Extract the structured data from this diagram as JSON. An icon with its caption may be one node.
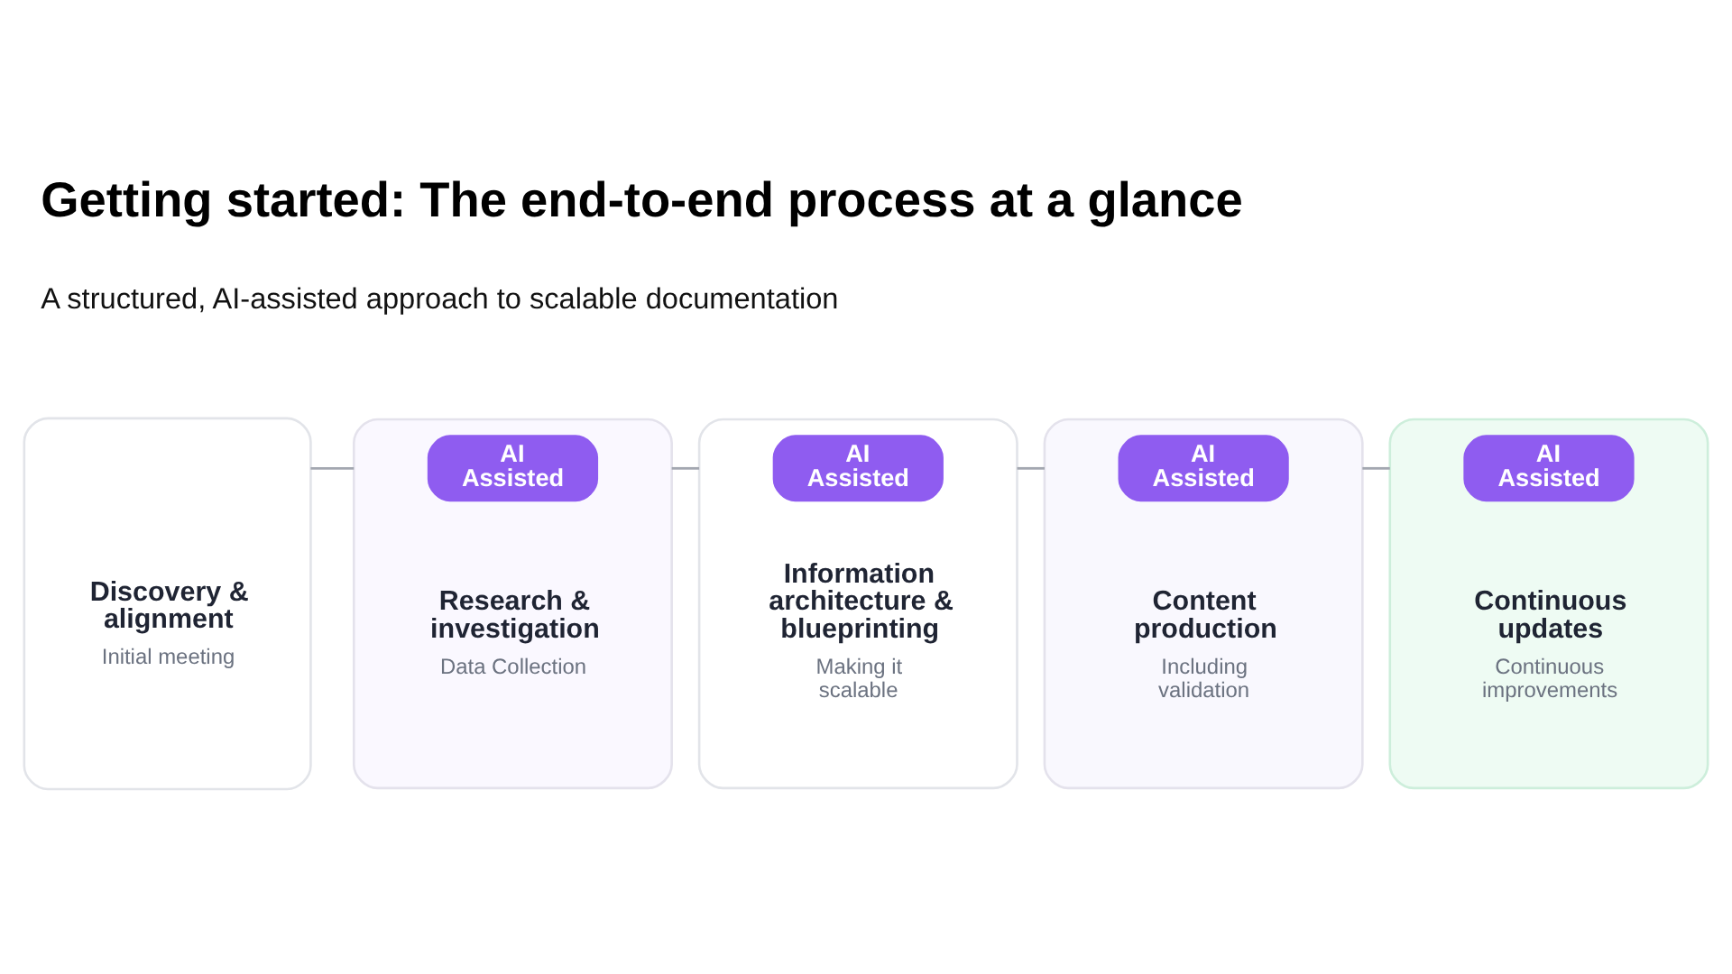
{
  "diagram": {
    "title": "Getting started: The end-to-end process at a glance",
    "caption": "A structured, AI-assisted approach to scalable documentation",
    "nodes": [
      {
        "text": [
          "Discovery & alignment",
          "Initial meeting"
        ]
      },
      {
        "text": [
          "Research & investigation",
          "Data Collection"
        ]
      },
      {
        "text": [
          "AI Assisted"
        ],
        "in": 1
      },
      {
        "text": [
          "Information architecture & blueprinting",
          "Making it scalable"
        ]
      },
      {
        "text": [
          "AI Assisted"
        ],
        "in": 3
      },
      {
        "text": [
          "Content production",
          "Including validation"
        ]
      },
      {
        "text": [
          "AI Assisted"
        ],
        "in": 5
      },
      {
        "text": [
          "Continuous updates",
          "Continuous improvements"
        ]
      },
      {
        "text": [
          "AI Assisted"
        ],
        "in": 7
      }
    ],
    "edges": [
      {
        "from": 0,
        "to": 1,
        "arrow": "none"
      },
      {
        "from": 1,
        "to": 3,
        "arrow": "none"
      },
      {
        "from": 3,
        "to": 5,
        "arrow": "none"
      },
      {
        "from": 5,
        "to": 7,
        "arrow": "none"
      }
    ]
  }
}
